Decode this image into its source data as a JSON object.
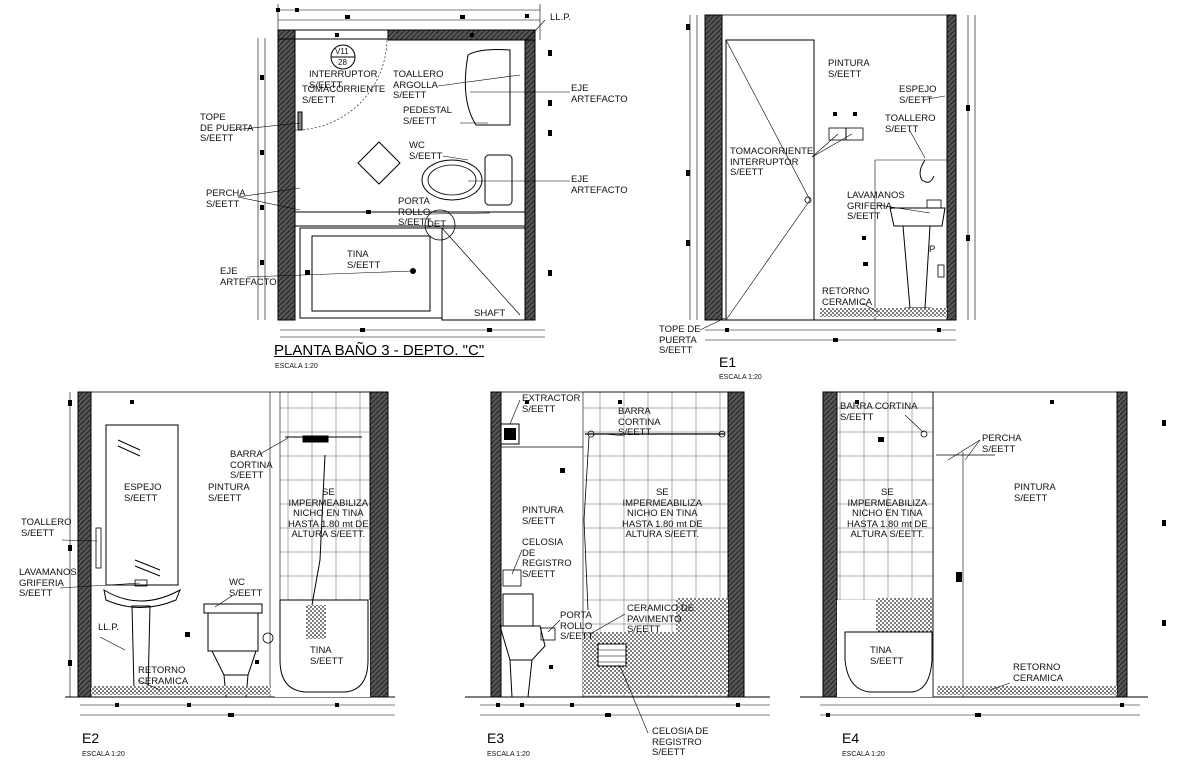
{
  "drawing": {
    "views": [
      {
        "id": "plan",
        "title": "PLANTA BAÑO 3 - DEPTO. \"C\"",
        "scale": "ESCALA 1:20"
      },
      {
        "id": "e1",
        "title": "E1",
        "scale": "ESCALA 1:20"
      },
      {
        "id": "e2",
        "title": "E2",
        "scale": "ESCALA 1:20"
      },
      {
        "id": "e3",
        "title": "E3",
        "scale": "ESCALA 1:20"
      },
      {
        "id": "e4",
        "title": "E4",
        "scale": "ESCALA 1:20"
      }
    ],
    "plan_labels": {
      "llp": "LL.P.",
      "symbol_top": "V11",
      "symbol_bottom": "28",
      "interruptor": "INTERRUPTOR\nS/EETT",
      "toallero_argolla": "TOALLERO\nARGOLLA\nS/EETT",
      "tomacorriente": "TOMACORRIENTE\nS/EETT",
      "tope_puerta": "TOPE\nDE PUERTA\nS/EETT",
      "pedestal": "PEDESTAL\nS/EETT",
      "eje_artefacto_1": "EJE\nARTEFACTO",
      "wc": "WC\nS/EETT",
      "eje_artefacto_2": "EJE\nARTEFACTO",
      "percha": "PERCHA\nS/EETT",
      "porta_rollo": "PORTA\nROLLO\nS/EETT",
      "det": "DET",
      "tina": "TINA\nS/EETT",
      "eje_artefacto_3": "EJE\nARTEFACTO",
      "shaft": "SHAFT"
    },
    "e1_labels": {
      "pintura": "PINTURA\nS/EETT",
      "espejo": "ESPEJO\nS/EETT",
      "toallero": "TOALLERO\nS/EETT",
      "tomacorriente": "TOMACORRIENTE\nINTERRUPTOR\nS/EETT",
      "lavamanos": "LAVAMANOS\nGRIFERIA\nS/EETT",
      "p": "P",
      "retorno": "RETORNO\nCERAMICA",
      "tope": "TOPE DE\nPUERTA\nS/EETT"
    },
    "e2_labels": {
      "espejo": "ESPEJO\nS/EETT",
      "pintura": "PINTURA\nS/EETT",
      "barra": "BARRA\nCORTINA\nS/EETT",
      "impermeabiliza": "SE\nIMPERMEABILIZA\nNICHO EN TINA\nHASTA 1.80 mt DE\nALTURA S/EETT.",
      "toallero": "TOALLERO\nS/EETT",
      "lavamanos": "LAVAMANOS\nGRIFERIA\nS/EETT",
      "wc": "WC\nS/EETT",
      "llp": "LL.P.",
      "retorno": "RETORNO\nCERAMICA",
      "tina": "TINA\nS/EETT"
    },
    "e3_labels": {
      "extractor": "EXTRACTOR\nS/EETT",
      "barra": "BARRA\nCORTINA\nS/EETT",
      "pintura": "PINTURA\nS/EETT",
      "impermeabiliza": "SE\nIMPERMEABILIZA\nNICHO EN TINA\nHASTA 1.80 mt DE\nALTURA S/EETT.",
      "celosia": "CELOSIA\nDE\nREGISTRO\nS/EETT",
      "porta": "PORTA\nROLLO\nS/EETT",
      "ceramico": "CERAMICO DE\nPAVIMENTO\nS/EETT",
      "celosia2": "CELOSIA DE\nREGISTRO\nS/EETT"
    },
    "e4_labels": {
      "barra": "BARRA CORTINA\nS/EETT",
      "percha": "PERCHA\nS/EETT",
      "pintura": "PINTURA\nS/EETT",
      "impermeabiliza": "SE\nIMPERMEABILIZA\nNICHO EN TINA\nHASTA 1.80 mt DE\nALTURA S/EETT.",
      "tina": "TINA\nS/EETT",
      "retorno": "RETORNO\nCERAMICA"
    }
  }
}
